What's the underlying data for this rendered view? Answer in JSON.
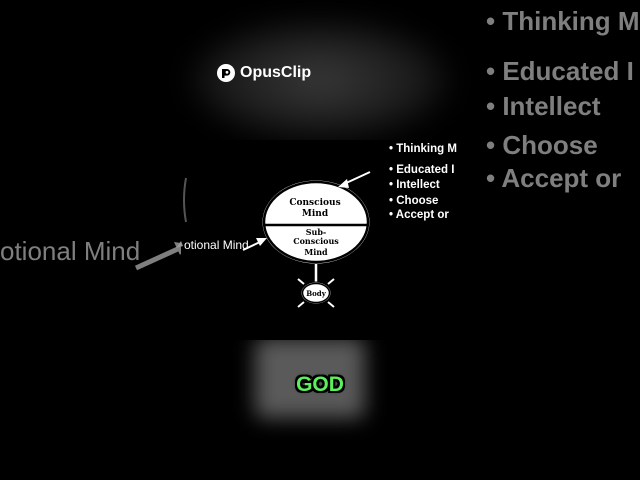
{
  "brand": {
    "name": "OpusClip"
  },
  "background_text": {
    "left_label": "otional Mind",
    "bullets": [
      "Thinking Mi",
      "Educated I",
      "Intellect",
      "Choose",
      "Accept or"
    ]
  },
  "diagram": {
    "conscious_label": [
      "Conscious",
      "Mind"
    ],
    "subconscious_label": [
      "Sub-",
      "Conscious",
      "Mind"
    ],
    "body_label": "Body",
    "emotional_label": "otional Mind",
    "bullets": [
      "Thinking M",
      "Educated I",
      "Intellect",
      "Choose",
      "Accept or"
    ]
  },
  "caption": {
    "text": "GOD"
  },
  "colors": {
    "caption": "#5cf05c",
    "ghost_text": "#7f7f7f"
  }
}
